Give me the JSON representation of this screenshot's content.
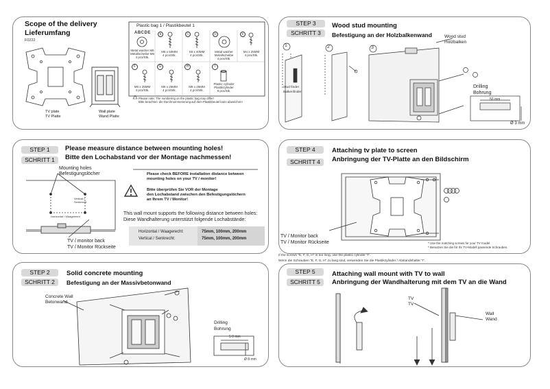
{
  "scope": {
    "title": "Scope of the delivery",
    "title_de": "Lieferumfang",
    "code": "F0222",
    "tv_plate": "TV plate",
    "tv_plate_de": "TV Platte",
    "wall_plate": "Wall plate",
    "wall_plate_de": "Wand Platte",
    "bag_title": "Plastic bag 1 / Plastikbeutel 1",
    "parts_row1": [
      {
        "letter": "A",
        "line1": "Metal washer M6",
        "line2": "Metallscheibe M6",
        "qty": "4 pcs/Stk."
      },
      {
        "letter": "B",
        "line1": "M6 x 50MM",
        "line2": "",
        "qty": "4 pcs/Stk."
      },
      {
        "letter": "C",
        "line1": "S8 x 40MM",
        "line2": "",
        "qty": "4 pcs/Stk."
      },
      {
        "letter": "D",
        "line1": "Metal washer",
        "line2": "Metallscheibe",
        "qty": "4 pcs/Stk."
      },
      {
        "letter": "E",
        "line1": "M4 x 25MM",
        "line2": "",
        "qty": "4 pcs/Stk."
      }
    ],
    "parts_row2": [
      {
        "letter": "F",
        "line1": "M5 x 25MM",
        "line2": "",
        "qty": "4 pcs/Stk."
      },
      {
        "letter": "G",
        "line1": "M6 x 25MM",
        "line2": "",
        "qty": "4 pcs/Stk."
      },
      {
        "letter": "H",
        "line1": "M8 x 25MM",
        "line2": "",
        "qty": "4 pcs/Stk."
      },
      {
        "letter": "I",
        "line1": "Plastic cylinder",
        "line2": "Plastikzylinder",
        "qty": "8 pcs/Stk."
      }
    ],
    "bag_letters": "ABCDE",
    "note": "Please note: The numbering on the plastic bag may differ!",
    "note_de": "Bitte beachten: die Durchnummerierung auf dem Plastikbeutel kann abweichen!"
  },
  "step1": {
    "tag": "STEP  1",
    "tag_de": "SCHRITT 1",
    "title": "Please measure distance between mounting holes!",
    "title_de": "Bitte den Lochabstand vor der Montage nachmessen!",
    "holes": "Mounting holes",
    "holes_de": "Befestigungslöcher",
    "vertical": "Vertical /",
    "vertical_de": "Senkrecht",
    "horizontal": "Horizontal / Waagerecht",
    "monitor_back": "TV / monitor back",
    "monitor_back_de": "TV / Monitor Rückseite",
    "warn1": "Please check BEFORE installation distance between",
    "warn2": "mounting holes on your TV / monitor!",
    "warn3": "Bitte überprüfen Sie VOR der Montage",
    "warn4": "den Lochabstand zwischen den Befestigungslöchern",
    "warn5": "an Ihrem TV / Monitor!",
    "supports": "This wall mount supports the following distance between holes:",
    "supports_de": "Diese Wandhalterung unterstützt folgende Lochabstände:",
    "h_label": "Horizontal / Waagerecht:",
    "h_value": "75mm, 100mm, 200mm",
    "v_label": "Vertical / Senkrecht:",
    "v_value": "75mm, 100mm, 200mm"
  },
  "step2": {
    "tag": "STEP  2",
    "tag_de": "SCHRITT 2",
    "title": "Solid concrete mounting",
    "title_de": "Befestigung an der Massivbetonwand",
    "wall": "Concrete Wall",
    "wall_de": "Betonwand",
    "drilling": "Drilling",
    "drilling_de": "Bohrung",
    "depth": "5 0 mm",
    "diameter": "Ø 8 mm"
  },
  "step3": {
    "tag": "STEP  3",
    "tag_de": "SCHRITT 3",
    "title": "Wood stud mounting",
    "title_de": "Befestigung an der Holzbalkenwand",
    "wood": "Wood stud",
    "wood_de": "Holzbalken",
    "finder": "Stud finder",
    "finder_de": "Balkenfinder",
    "drilling": "Drilling",
    "drilling_de": "Bohrung",
    "depth": "50 mm",
    "diameter": "Ø 3 mm",
    "nums": [
      "1",
      "2",
      "3"
    ]
  },
  "step4": {
    "tag": "STEP  4",
    "tag_de": "SCHRITT  4",
    "title": "Attaching tv plate to screen",
    "title_de": "Anbringung der TV-Platte an den Bildschirm",
    "monitor_back": "TV / Monitor back",
    "monitor_back_de": "TV / Monitor Rückseite",
    "note1": "* Use the matching screws for your TV model.",
    "note1_de": "* Benutzen Sie die für Ihr TV-Modell passende Schrauben.",
    "below1": "If the screws \"E, F, G, H\" is too long, use the plastic cylinder \"I\".",
    "below2": "Wenn die Schrauben \"E, F, G, H\" zu lang sind, verwenden Sie die Plastikzylinder / Abstandshalter \"I\"."
  },
  "step5": {
    "tag": "STEP 5",
    "tag_de": "SCHRITT 5",
    "title": "Attaching wall mount with TV to wall",
    "title_de": "Anbringung der Wandhalterung mit dem TV an die Wand",
    "tv": "TV",
    "tv_de": "TV",
    "wall": "Wall",
    "wall_de": "Wand"
  }
}
